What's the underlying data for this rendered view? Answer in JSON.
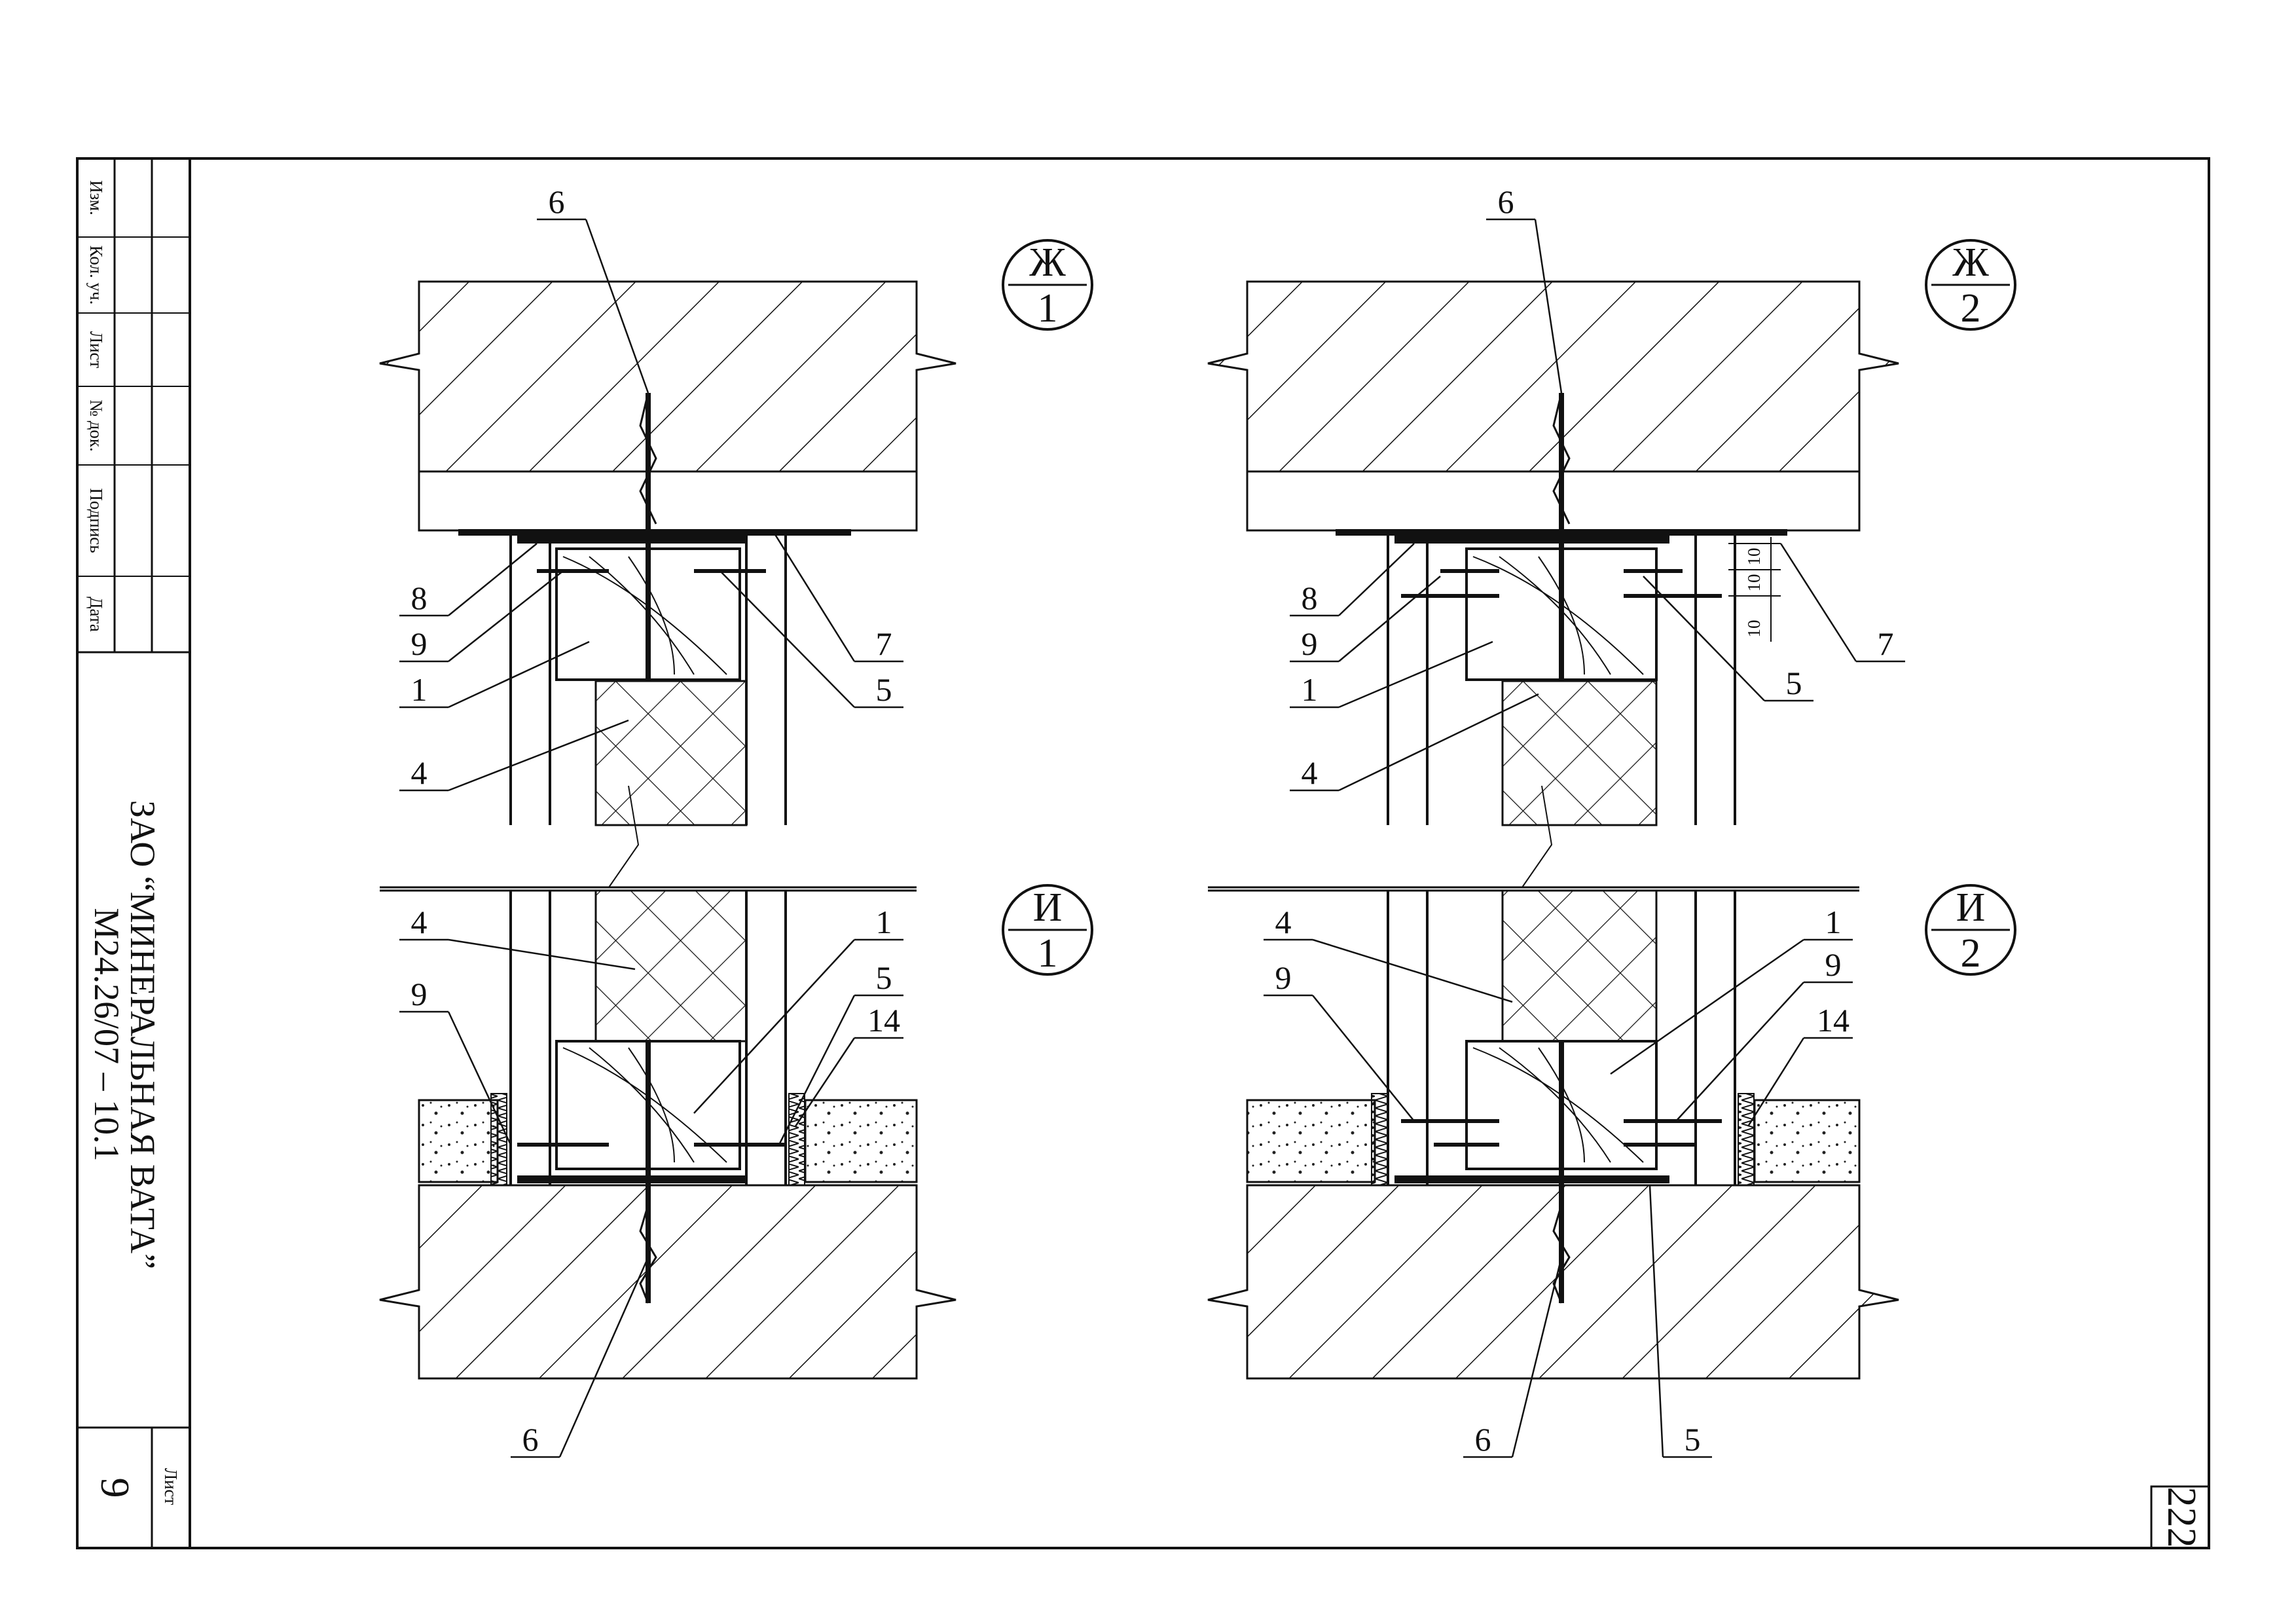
{
  "stamp": {
    "columns": [
      "Изм.",
      "Кол. уч.",
      "Лист",
      "№ док.",
      "Подпись",
      "Дата"
    ],
    "company": "ЗАО “МИНЕРАЛЬНАЯ ВАТА”",
    "code": "М24.26/07 – 10.1",
    "sheet_label": "Лист",
    "sheet_number": "9"
  },
  "page_number": "222",
  "details": [
    {
      "id": "zh1",
      "letter": "Ж",
      "number": "1",
      "labels": [
        "6",
        "8",
        "9",
        "1",
        "4",
        "7",
        "5"
      ]
    },
    {
      "id": "zh2",
      "letter": "Ж",
      "number": "2",
      "labels": [
        "6",
        "8",
        "9",
        "1",
        "4",
        "7",
        "5"
      ],
      "dims": [
        "10",
        "10",
        "10"
      ]
    },
    {
      "id": "i1",
      "letter": "И",
      "number": "1",
      "labels": [
        "4",
        "9",
        "1",
        "5",
        "14",
        "6"
      ]
    },
    {
      "id": "i2",
      "letter": "И",
      "number": "2",
      "labels": [
        "4",
        "9",
        "1",
        "9",
        "14",
        "6",
        "5"
      ]
    }
  ]
}
